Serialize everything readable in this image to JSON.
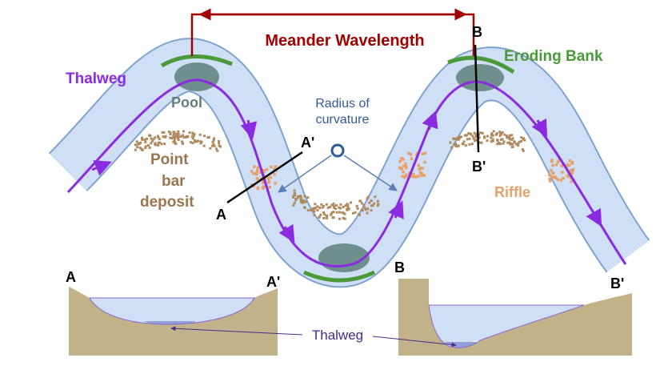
{
  "labels": {
    "meander_wavelength": "Meander Wavelength",
    "eroding_bank": "Eroding Bank",
    "thalweg_main": "Thalweg",
    "pool": "Pool",
    "radius_line1": "Radius of",
    "radius_line2": "curvature",
    "point_bar_line1": "Point",
    "point_bar_line2": "bar",
    "point_bar_line3": "deposit",
    "riffle": "Riffle",
    "a": "A",
    "a_prime": "A'",
    "b": "B",
    "b_prime": "B'",
    "section_a": "A",
    "section_a_prime": "A'",
    "section_b": "B",
    "section_b_prime": "B'",
    "thalweg_sections": "Thalweg"
  },
  "colors": {
    "channel_fill": "#cfe0f6",
    "channel_edge": "#7fa3cf",
    "thalweg": "#8a2be2",
    "pool_fill": "#6e8f8c",
    "eroding_bank": "#4a9a3a",
    "wavelength": "#a00000",
    "sediment": "#b08a5e",
    "riffle": "#e8a06a",
    "radius_text": "#2f5a9a",
    "ground": "#c2b28a",
    "water": "#cfe0f6"
  }
}
